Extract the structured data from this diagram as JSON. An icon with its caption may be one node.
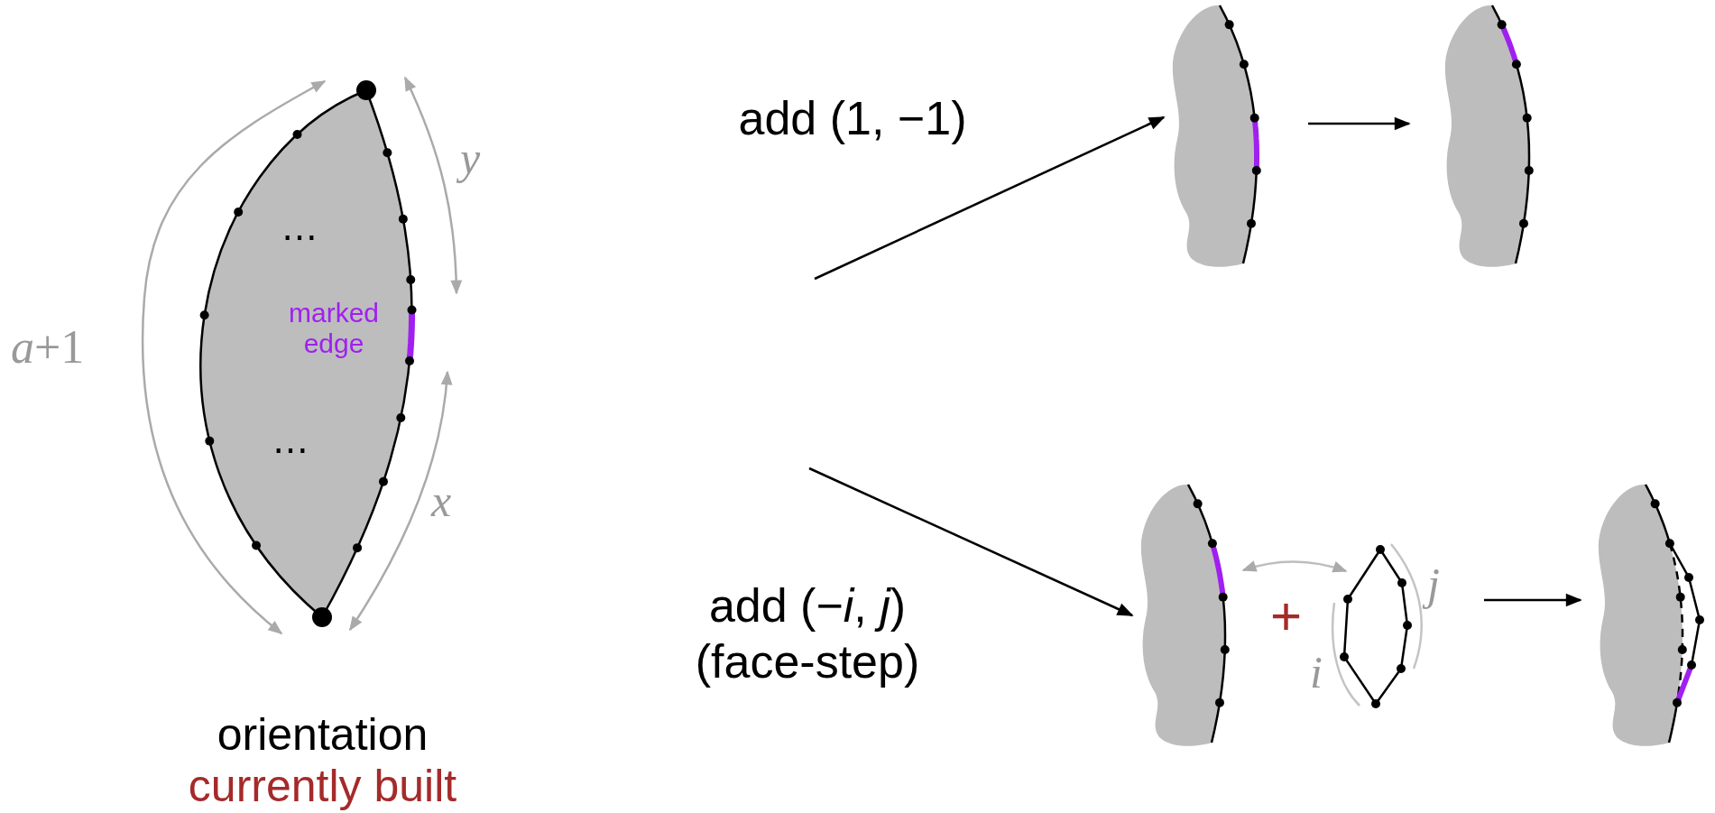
{
  "diagram": {
    "nodes": [
      {
        "text": [
          "orientation",
          "currently built"
        ]
      },
      {
        "text": [],
        "shape": "picture"
      },
      {
        "text": [],
        "shape": "picture"
      },
      {
        "text": [],
        "shape": "picture"
      },
      {
        "text": [],
        "shape": "picture"
      },
      {
        "text": [],
        "shape": "picture"
      }
    ],
    "edges": [
      {
        "from": null,
        "to": 1,
        "arrow": "to",
        "label": "add (1, −1)"
      },
      {
        "from": null,
        "to": 3,
        "arrow": "to",
        "label": "add (−*i*, *j*) (face-step)"
      },
      {
        "from": 1,
        "to": 2,
        "arrow": "to"
      },
      {
        "from": 3,
        "to": 4,
        "arrow": "both",
        "color": "#bdbdbd"
      },
      {
        "from": 4,
        "to": 5,
        "arrow": "to"
      }
    ],
    "labels": [
      "y",
      "⋯",
      "marked edge",
      "*a*+1",
      "⋯",
      "x",
      "j",
      "+",
      "i"
    ]
  }
}
